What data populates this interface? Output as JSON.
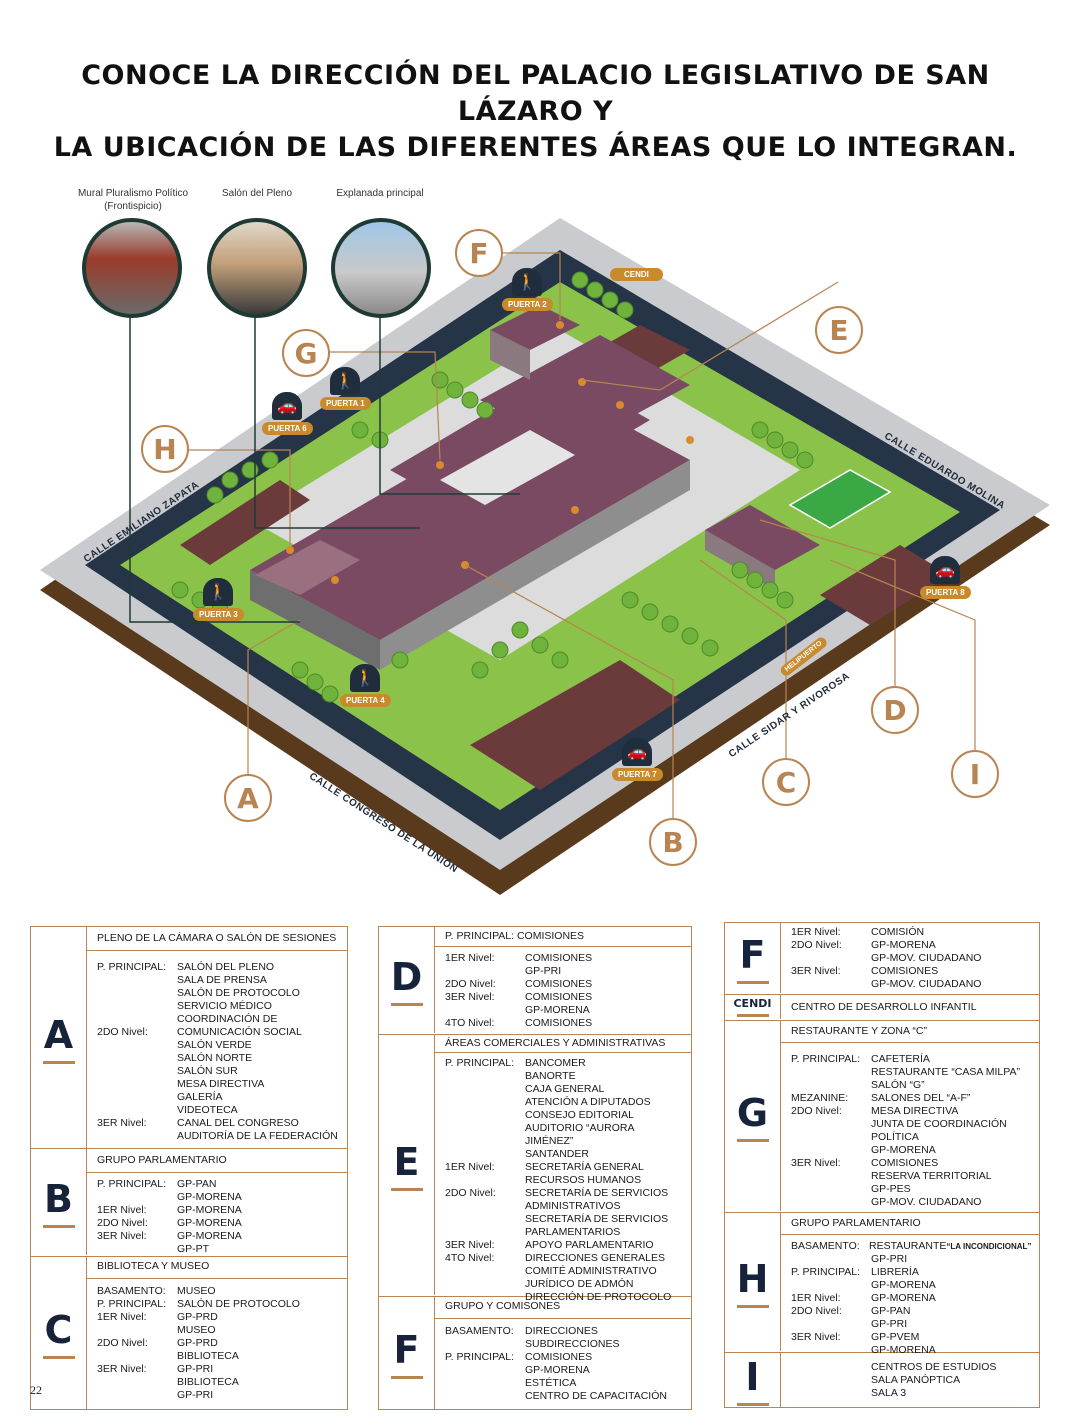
{
  "title": {
    "line1": "CONOCE LA DIRECCIÓN DEL PALACIO LEGISLATIVO DE SAN LÁZARO Y",
    "line2": "LA UBICACIÓN DE LAS DIFERENTES ÁREAS QUE LO INTEGRAN."
  },
  "photos": [
    {
      "label": "Mural Pluralismo Político (Frontispicio)"
    },
    {
      "label": "Salón del Pleno"
    },
    {
      "label": "Explanada principal"
    }
  ],
  "map_letters": [
    "F",
    "E",
    "G",
    "H",
    "A",
    "B",
    "C",
    "D",
    "I"
  ],
  "gates": [
    "PUERTA 2",
    "PUERTA 1",
    "PUERTA 6",
    "PUERTA 3",
    "PUERTA 4",
    "PUERTA 7",
    "PUERTA 8"
  ],
  "map_tags": {
    "cendi": "CENDI",
    "helipuerto": "HELIPUERTO"
  },
  "streets": {
    "zapata": "CALLE EMILIANO ZAPATA",
    "molina": "CALLE EDUARDO MOLINA",
    "sidar": "CALLE SIDAR Y RIVOROSA",
    "congreso": "CALLE CONGRESO DE LA UNIÓN"
  },
  "page_number": "22",
  "legend": {
    "A": {
      "letter": "A",
      "header": "PLENO DE LA CÁMARA O SALÓN DE SESIONES",
      "lines": [
        [
          "P. PRINCIPAL:",
          "SALÓN DEL PLENO"
        ],
        [
          "",
          "SALA DE PRENSA"
        ],
        [
          "",
          "SALÓN DE PROTOCOLO"
        ],
        [
          "",
          "SERVICIO MÉDICO"
        ],
        [
          "",
          "COORDINACIÓN DE"
        ],
        [
          "2DO Nivel:",
          "COMUNICACIÓN SOCIAL"
        ],
        [
          "",
          "SALÓN VERDE"
        ],
        [
          "",
          "SALÓN NORTE"
        ],
        [
          "",
          "SALÓN SUR"
        ],
        [
          "",
          "MESA DIRECTIVA"
        ],
        [
          "",
          "GALERÍA"
        ],
        [
          "",
          "VIDEOTECA"
        ],
        [
          "3ER Nivel:",
          "CANAL DEL CONGRESO"
        ],
        [
          "",
          "AUDITORÍA DE LA FEDERACIÓN"
        ]
      ]
    },
    "B": {
      "letter": "B",
      "header": "GRUPO PARLAMENTARIO",
      "lines": [
        [
          "P. PRINCIPAL:",
          "GP-PAN"
        ],
        [
          "",
          "GP-MORENA"
        ],
        [
          "1ER   Nivel:",
          "GP-MORENA"
        ],
        [
          "2DO Nivel:",
          "GP-MORENA"
        ],
        [
          "3ER   Nivel:",
          "GP-MORENA"
        ],
        [
          "",
          "GP-PT"
        ]
      ]
    },
    "C": {
      "letter": "C",
      "header": "BIBLIOTECA  Y MUSEO",
      "lines": [
        [
          "BASAMENTO:",
          "MUSEO"
        ],
        [
          "P. PRINCIPAL:",
          "SALÓN DE PROTOCOLO"
        ],
        [
          "1ER Nivel:",
          "GP-PRD"
        ],
        [
          "",
          "MUSEO"
        ],
        [
          "2DO Nivel:",
          "GP-PRD"
        ],
        [
          "",
          "BIBLIOTECA"
        ],
        [
          "3ER Nivel:",
          "GP-PRI"
        ],
        [
          "",
          "BIBLIOTECA"
        ],
        [
          "",
          "GP-PRI"
        ]
      ]
    },
    "D": {
      "letter": "D",
      "header": "P. PRINCIPAL:   COMISIONES",
      "lines": [
        [
          "1ER Nivel:",
          "COMISIONES"
        ],
        [
          "",
          "GP-PRI"
        ],
        [
          "2DO Nivel:",
          "COMISIONES"
        ],
        [
          "3ER Nivel:",
          "COMISIONES"
        ],
        [
          "",
          "GP-MORENA"
        ],
        [
          "4TO Nivel:",
          "COMISIONES"
        ]
      ]
    },
    "E": {
      "letter": "E",
      "header": "ÁREAS COMERCIALES Y ADMINISTRATIVAS",
      "lines": [
        [
          "P. PRINCIPAL:",
          "BANCOMER"
        ],
        [
          "",
          "BANORTE"
        ],
        [
          "",
          "CAJA GENERAL"
        ],
        [
          "",
          "ATENCIÓN A DIPUTADOS"
        ],
        [
          "",
          "CONSEJO EDITORIAL"
        ],
        [
          "",
          "AUDITORIO “AURORA JIMÉNEZ”"
        ],
        [
          "",
          "SANTANDER"
        ],
        [
          "1ER Nivel:",
          "SECRETARÍA GENERAL"
        ],
        [
          "",
          "RECURSOS HUMANOS"
        ],
        [
          "2DO Nivel:",
          "SECRETARÍA DE SERVICIOS"
        ],
        [
          "",
          "ADMINISTRATIVOS"
        ],
        [
          "",
          "SECRETARÍA DE SERVICIOS"
        ],
        [
          "",
          "PARLAMENTARIOS"
        ],
        [
          "3ER Nivel:",
          "APOYO PARLAMENTARIO"
        ],
        [
          "4TO Nivel:",
          "DIRECCIONES GENERALES"
        ],
        [
          "",
          "COMITÉ ADMINISTRATIVO"
        ],
        [
          "",
          "JURÍDICO DE ADMÓN"
        ],
        [
          "",
          "DIRECCIÓN DE PROTOCOLO"
        ]
      ]
    },
    "F2": {
      "letter": "F",
      "header": "GRUPO Y COMISONES",
      "lines": [
        [
          "BASAMENTO:",
          "DIRECCIONES"
        ],
        [
          "",
          "SUBDIRECCIONES"
        ],
        [
          "P. PRINCIPAL:",
          "COMISIONES"
        ],
        [
          "",
          "GP-MORENA"
        ],
        [
          "",
          "ESTÉTICA"
        ],
        [
          "",
          "CENTRO DE CAPACITACIÓN"
        ]
      ]
    },
    "F1": {
      "letter": "F",
      "lines": [
        [
          "1ER Nivel:",
          "COMISIÓN"
        ],
        [
          "2DO Nivel:",
          "GP-MORENA"
        ],
        [
          "",
          "GP-MOV. CIUDADANO"
        ],
        [
          "3ER Nivel:",
          "COMISIONES"
        ],
        [
          "",
          "GP-MOV. CIUDADANO"
        ]
      ]
    },
    "CENDI": {
      "letter": "CENDI",
      "header": "CENTRO DE DESARROLLO INFANTIL"
    },
    "G": {
      "letter": "G",
      "header": "RESTAURANTE Y ZONA “C”",
      "lines": [
        [
          "P. PRINCIPAL:",
          "CAFETERÍA"
        ],
        [
          "",
          "RESTAURANTE “CASA MILPA”"
        ],
        [
          "",
          "SALÓN “G”"
        ],
        [
          "MEZANINE:",
          "SALONES DEL “A-F”"
        ],
        [
          "2DO Nivel:",
          "MESA DIRECTIVA"
        ],
        [
          "",
          "JUNTA DE COORDINACIÓN"
        ],
        [
          "",
          "POLÍTICA"
        ],
        [
          "",
          "GP-MORENA"
        ],
        [
          "3ER Nivel:",
          "COMISIONES"
        ],
        [
          "",
          "RESERVA TERRITORIAL"
        ],
        [
          "",
          "GP-PES"
        ],
        [
          "",
          "GP-MOV. CIUDADANO"
        ]
      ]
    },
    "H": {
      "letter": "H",
      "header": "GRUPO PARLAMENTARIO",
      "restaurant_label": "RESTAURANTE",
      "restaurant_name": "“LA INCONDICIONAL”",
      "lines": [
        [
          "BASAMENTO:",
          ""
        ],
        [
          "",
          "GP-PRI"
        ],
        [
          "P. PRINCIPAL:",
          "LIBRERÍA"
        ],
        [
          "",
          "GP-MORENA"
        ],
        [
          "1ER Nivel:",
          "GP-MORENA"
        ],
        [
          "2DO Nivel:",
          "GP-PAN"
        ],
        [
          "",
          "GP-PRI"
        ],
        [
          "3ER Nivel:",
          "GP-PVEM"
        ],
        [
          "",
          "GP-MORENA"
        ]
      ]
    },
    "I": {
      "letter": "I",
      "lines": [
        [
          "",
          "CENTROS DE ESTUDIOS"
        ],
        [
          "",
          "SALA PANÓPTICA"
        ],
        [
          "",
          "SALA 3"
        ]
      ]
    }
  }
}
